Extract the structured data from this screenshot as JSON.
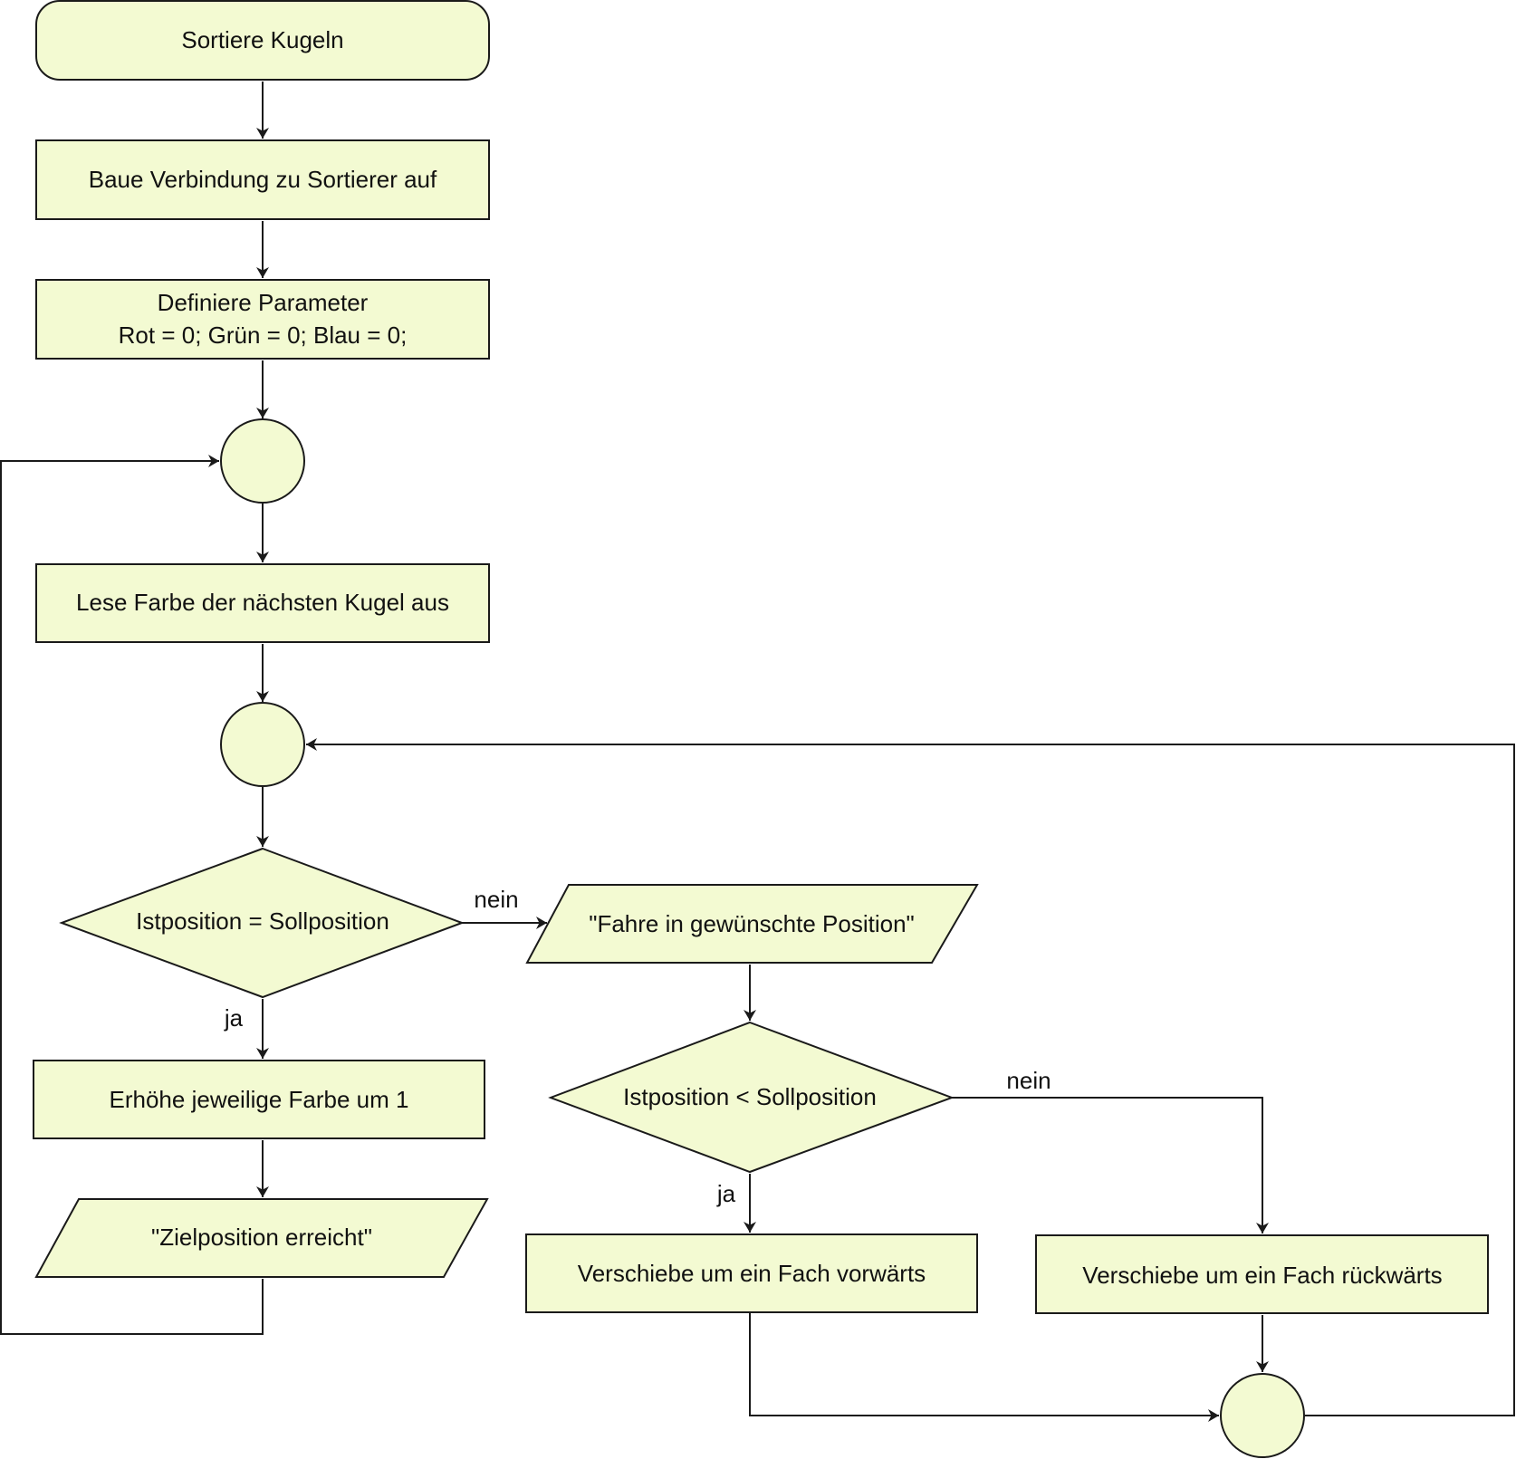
{
  "nodes": {
    "start": {
      "label": "Sortiere Kugeln"
    },
    "connect": {
      "label": "Baue Verbindung zu Sortierer auf"
    },
    "params": {
      "line1": "Definiere Parameter",
      "line2": "Rot = 0; Grün = 0; Blau = 0;"
    },
    "read_color": {
      "label": "Lese Farbe der nächsten Kugel aus"
    },
    "decision_equal": {
      "label": "Istposition = Sollposition"
    },
    "move_output": {
      "label": "\"Fahre in gewünschte Position\""
    },
    "decision_less": {
      "label": "Istposition < Sollposition"
    },
    "increment": {
      "label": "Erhöhe jeweilige Farbe um 1"
    },
    "reached_output": {
      "label": "\"Zielposition erreicht\""
    },
    "forward": {
      "label": "Verschiebe um ein Fach vorwärts"
    },
    "backward": {
      "label": "Verschiebe um ein Fach rückwärts"
    }
  },
  "edge_labels": {
    "equal_no": "nein",
    "equal_yes": "ja",
    "less_no": "nein",
    "less_yes": "ja"
  },
  "colors": {
    "fill": "#f3fad2",
    "stroke": "#1a1a1a"
  }
}
